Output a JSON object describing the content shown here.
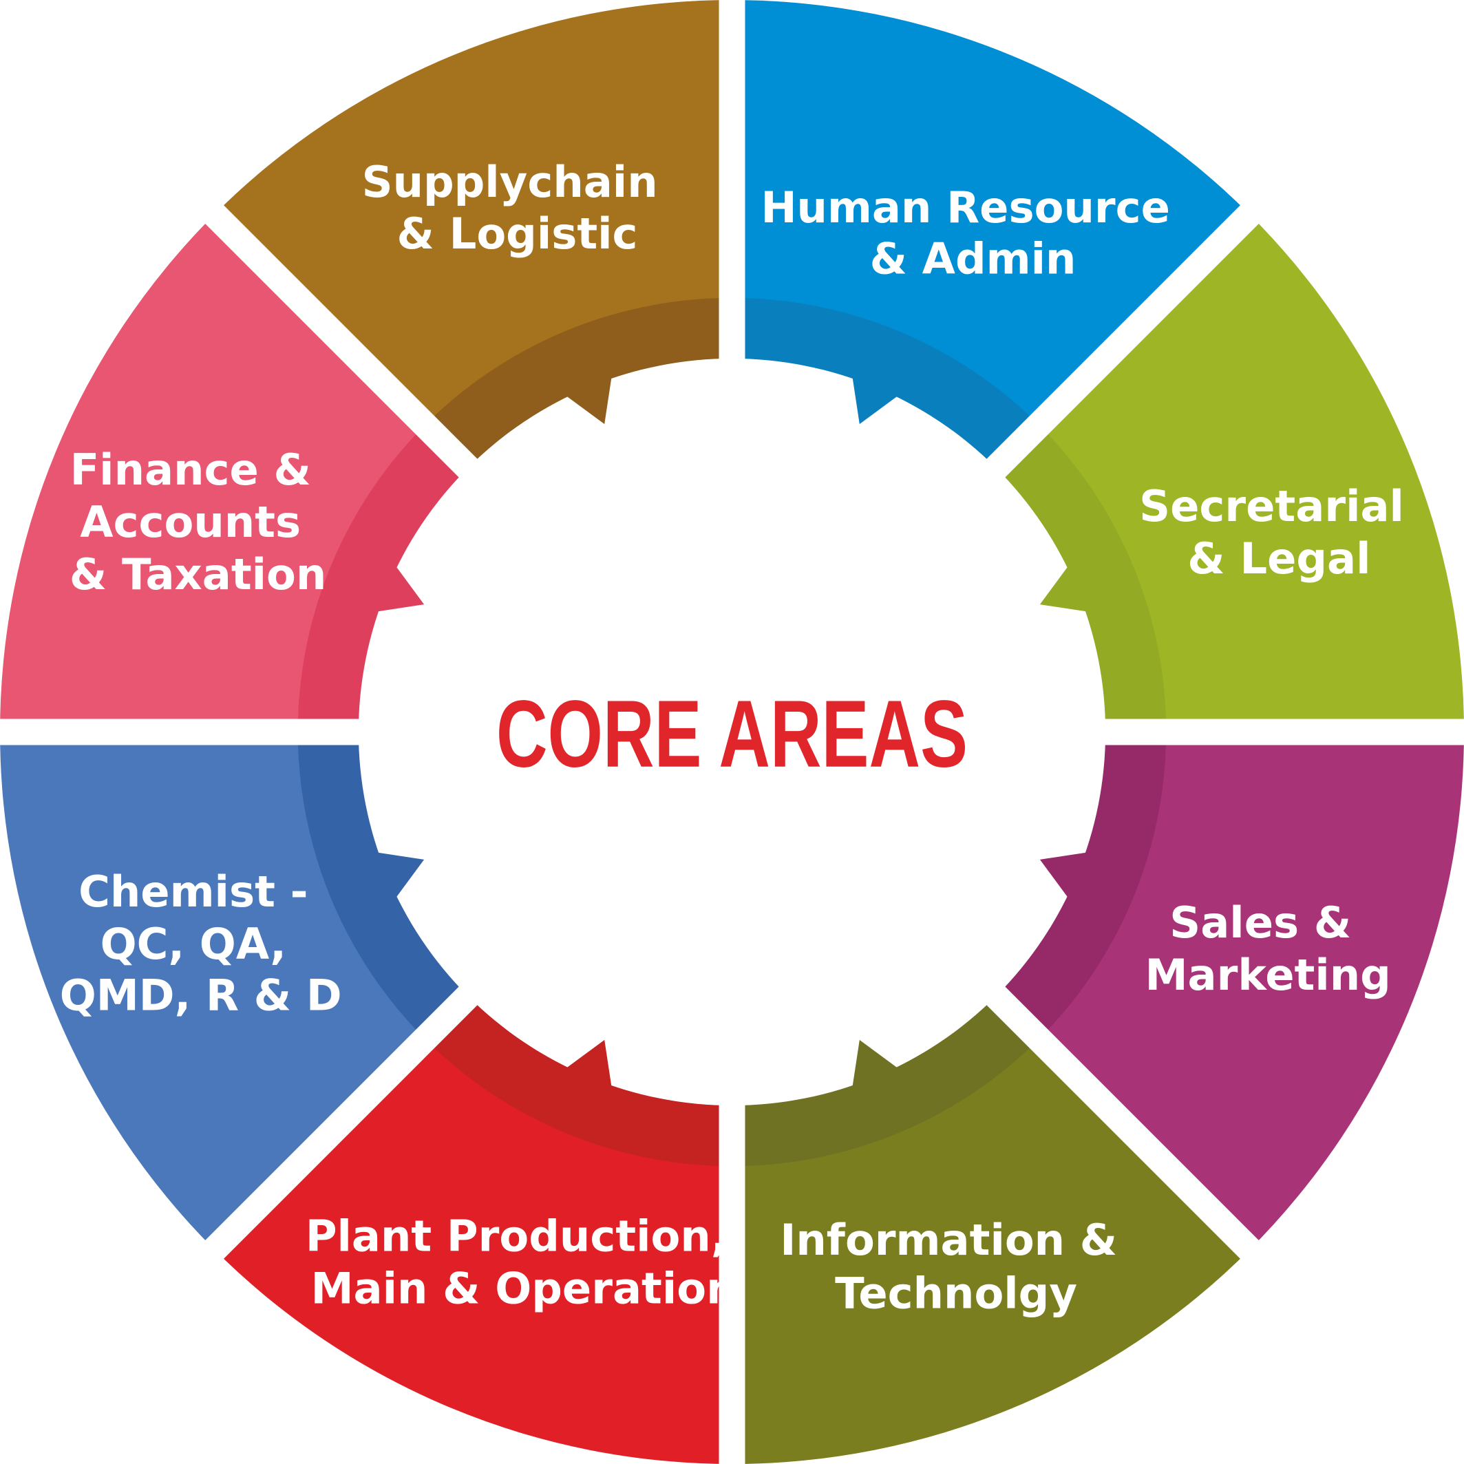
{
  "title": {
    "text": "CORE AREAS",
    "color": "#E0262A"
  },
  "segments": [
    {
      "id": "human-resource",
      "lines": [
        "Human Resource",
        "& Admin"
      ],
      "color": "#008ED4",
      "dark": "#0A7FBE"
    },
    {
      "id": "secretarial",
      "lines": [
        "Secretarial",
        "& Legal"
      ],
      "color": "#9EB526",
      "dark": "#93AA24"
    },
    {
      "id": "sales",
      "lines": [
        "Sales &",
        "Marketing"
      ],
      "color": "#A83477",
      "dark": "#962A69"
    },
    {
      "id": "it",
      "lines": [
        "Information &",
        "Technolgy"
      ],
      "color": "#7A7E1F",
      "dark": "#6F7222"
    },
    {
      "id": "plant",
      "lines": [
        "Plant Production,",
        "Main & Operation"
      ],
      "color": "#E01F26",
      "dark": "#C52222"
    },
    {
      "id": "chemist",
      "lines": [
        "Chemist -",
        "QC, QA,",
        "QMD, R & D"
      ],
      "color": "#4A78BB",
      "dark": "#3563A8"
    },
    {
      "id": "finance",
      "lines": [
        "Finance &",
        "Accounts",
        "& Taxation"
      ],
      "color": "#E85672",
      "dark": "#DE3F5C"
    },
    {
      "id": "supplychain",
      "lines": [
        "Supplychain",
        "& Logistic"
      ],
      "color": "#A5721E",
      "dark": "#8F5E1C"
    }
  ]
}
